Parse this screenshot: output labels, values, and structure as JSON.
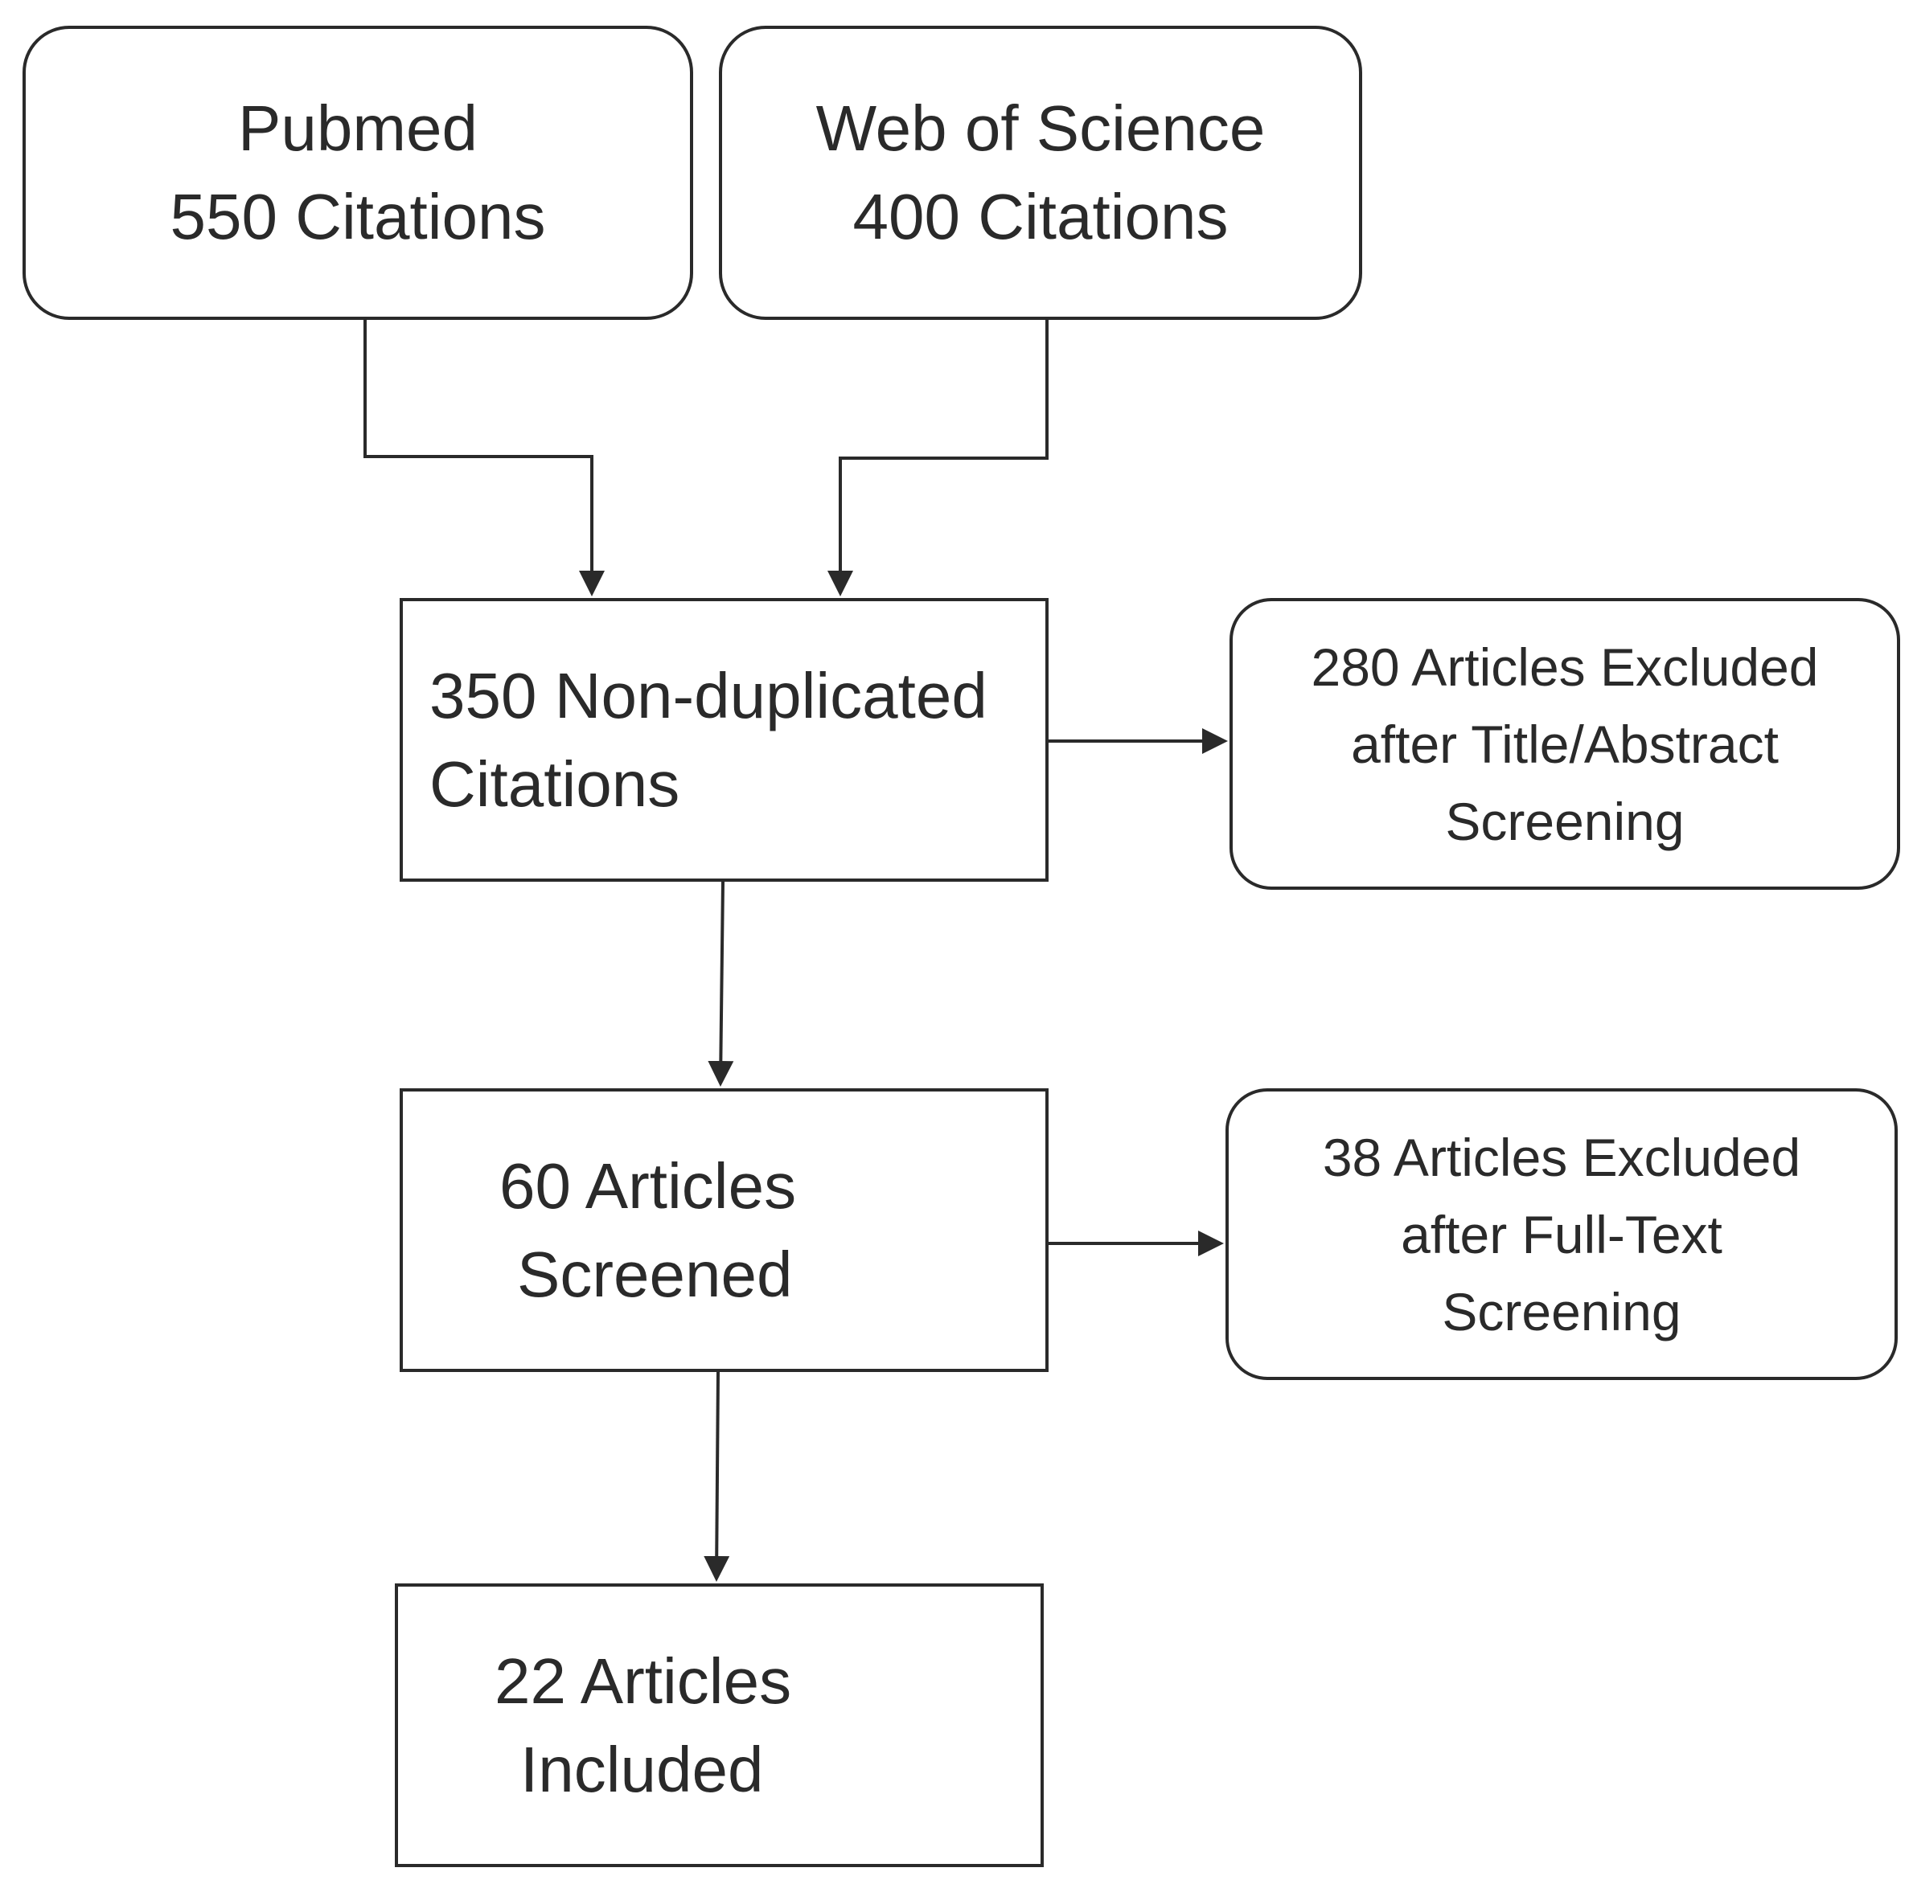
{
  "sources": {
    "pubmed": {
      "name": "Pubmed",
      "citations": "550 Citations"
    },
    "web_of_science": {
      "name": "Web of Science",
      "citations": "400 Citations"
    }
  },
  "flow": {
    "non_duplicated": {
      "line1": "350 Non-duplicated",
      "line2": "Citations"
    },
    "screened": {
      "line1": "60 Articles",
      "line2": "Screened"
    },
    "included": {
      "line1": "22 Articles",
      "line2": "Included"
    }
  },
  "exclusions": {
    "title_abstract": {
      "line1": "280 Articles Excluded",
      "line2": "after Title/Abstract",
      "line3": "Screening"
    },
    "full_text": {
      "line1": "38 Articles Excluded",
      "line2": "after Full-Text",
      "line3": "Screening"
    }
  },
  "colors": {
    "stroke": "#2a2a2a",
    "background": "#ffffff"
  }
}
